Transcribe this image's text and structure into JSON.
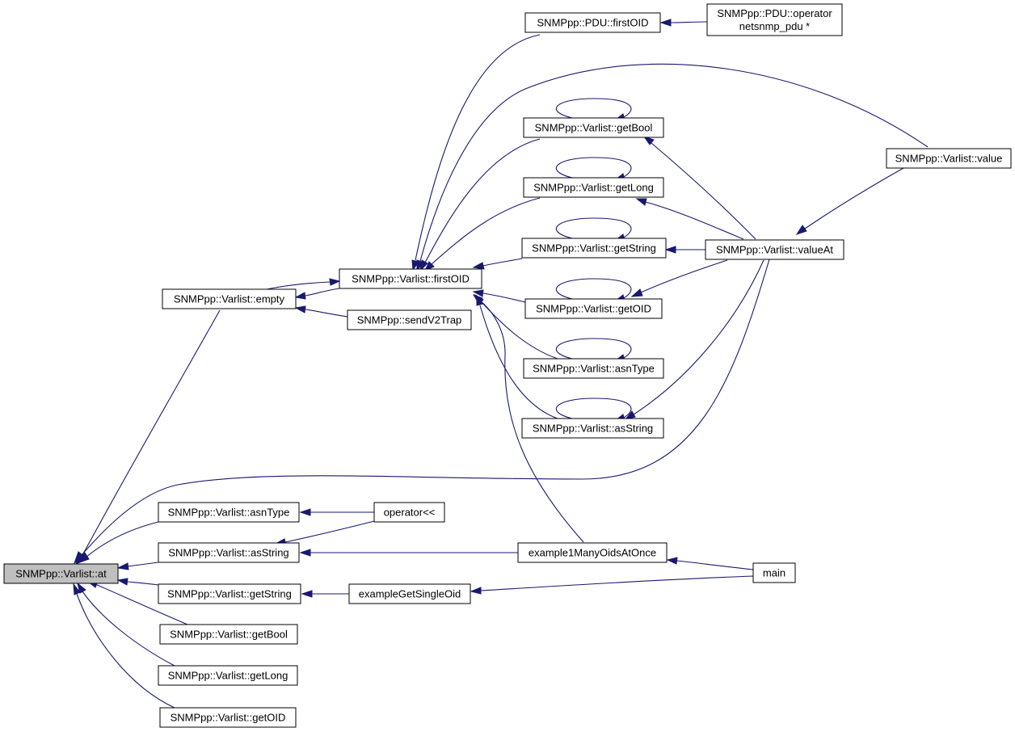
{
  "nodes": [
    {
      "id": "at",
      "lines": [
        "SNMPpp::Varlist::at"
      ],
      "root": true
    },
    {
      "id": "empty",
      "lines": [
        "SNMPpp::Varlist::empty"
      ]
    },
    {
      "id": "firstOID_v",
      "lines": [
        "SNMPpp::Varlist::firstOID"
      ]
    },
    {
      "id": "sendV2Trap",
      "lines": [
        "SNMPpp::sendV2Trap"
      ]
    },
    {
      "id": "pdu_firstOID",
      "lines": [
        "SNMPpp::PDU::firstOID"
      ]
    },
    {
      "id": "pdu_operator",
      "lines": [
        "SNMPpp::PDU::operator",
        "netsnmp_pdu *"
      ]
    },
    {
      "id": "getBool_t",
      "lines": [
        "SNMPpp::Varlist::getBool"
      ]
    },
    {
      "id": "getLong_t",
      "lines": [
        "SNMPpp::Varlist::getLong"
      ]
    },
    {
      "id": "getString_t",
      "lines": [
        "SNMPpp::Varlist::getString"
      ]
    },
    {
      "id": "getOID_t",
      "lines": [
        "SNMPpp::Varlist::getOID"
      ]
    },
    {
      "id": "asnType_t",
      "lines": [
        "SNMPpp::Varlist::asnType"
      ]
    },
    {
      "id": "asString_t",
      "lines": [
        "SNMPpp::Varlist::asString"
      ]
    },
    {
      "id": "valueAt",
      "lines": [
        "SNMPpp::Varlist::valueAt"
      ]
    },
    {
      "id": "value",
      "lines": [
        "SNMPpp::Varlist::value"
      ]
    },
    {
      "id": "asnType_b",
      "lines": [
        "SNMPpp::Varlist::asnType"
      ]
    },
    {
      "id": "asString_b",
      "lines": [
        "SNMPpp::Varlist::asString"
      ]
    },
    {
      "id": "getString_b",
      "lines": [
        "SNMPpp::Varlist::getString"
      ]
    },
    {
      "id": "getBool_b",
      "lines": [
        "SNMPpp::Varlist::getBool"
      ]
    },
    {
      "id": "getLong_b",
      "lines": [
        "SNMPpp::Varlist::getLong"
      ]
    },
    {
      "id": "getOID_b",
      "lines": [
        "SNMPpp::Varlist::getOID"
      ]
    },
    {
      "id": "operator_ll",
      "lines": [
        "operator<<"
      ]
    },
    {
      "id": "example1",
      "lines": [
        "example1ManyOidsAtOnce"
      ]
    },
    {
      "id": "exampleGet",
      "lines": [
        "exampleGetSingleOid"
      ]
    },
    {
      "id": "main",
      "lines": [
        "main"
      ]
    }
  ],
  "edges": [
    {
      "from": "empty",
      "to": "at"
    },
    {
      "from": "valueAt",
      "to": "at"
    },
    {
      "from": "asnType_b",
      "to": "at"
    },
    {
      "from": "asString_b",
      "to": "at"
    },
    {
      "from": "getString_b",
      "to": "at"
    },
    {
      "from": "getBool_b",
      "to": "at"
    },
    {
      "from": "getLong_b",
      "to": "at"
    },
    {
      "from": "getOID_b",
      "to": "at"
    },
    {
      "from": "firstOID_v",
      "to": "empty"
    },
    {
      "from": "sendV2Trap",
      "to": "empty"
    },
    {
      "from": "empty",
      "to": "firstOID_v"
    },
    {
      "from": "pdu_firstOID",
      "to": "firstOID_v"
    },
    {
      "from": "value",
      "to": "firstOID_v"
    },
    {
      "from": "getBool_t",
      "to": "firstOID_v"
    },
    {
      "from": "getLong_t",
      "to": "firstOID_v"
    },
    {
      "from": "getString_t",
      "to": "firstOID_v"
    },
    {
      "from": "getOID_t",
      "to": "firstOID_v"
    },
    {
      "from": "asnType_t",
      "to": "firstOID_v"
    },
    {
      "from": "asString_t",
      "to": "firstOID_v"
    },
    {
      "from": "example1",
      "to": "firstOID_v"
    },
    {
      "from": "pdu_operator",
      "to": "pdu_firstOID"
    },
    {
      "from": "getBool_t",
      "to": "getBool_t"
    },
    {
      "from": "getLong_t",
      "to": "getLong_t"
    },
    {
      "from": "getString_t",
      "to": "getString_t"
    },
    {
      "from": "getOID_t",
      "to": "getOID_t"
    },
    {
      "from": "asnType_t",
      "to": "asnType_t"
    },
    {
      "from": "asString_t",
      "to": "asString_t"
    },
    {
      "from": "valueAt",
      "to": "getBool_t"
    },
    {
      "from": "valueAt",
      "to": "getLong_t"
    },
    {
      "from": "valueAt",
      "to": "getString_t"
    },
    {
      "from": "valueAt",
      "to": "getOID_t"
    },
    {
      "from": "valueAt",
      "to": "asString_t"
    },
    {
      "from": "value",
      "to": "valueAt"
    },
    {
      "from": "operator_ll",
      "to": "asnType_b"
    },
    {
      "from": "operator_ll",
      "to": "asString_b"
    },
    {
      "from": "example1",
      "to": "asString_b"
    },
    {
      "from": "exampleGet",
      "to": "getString_b"
    },
    {
      "from": "main",
      "to": "example1"
    },
    {
      "from": "main",
      "to": "exampleGet"
    }
  ]
}
